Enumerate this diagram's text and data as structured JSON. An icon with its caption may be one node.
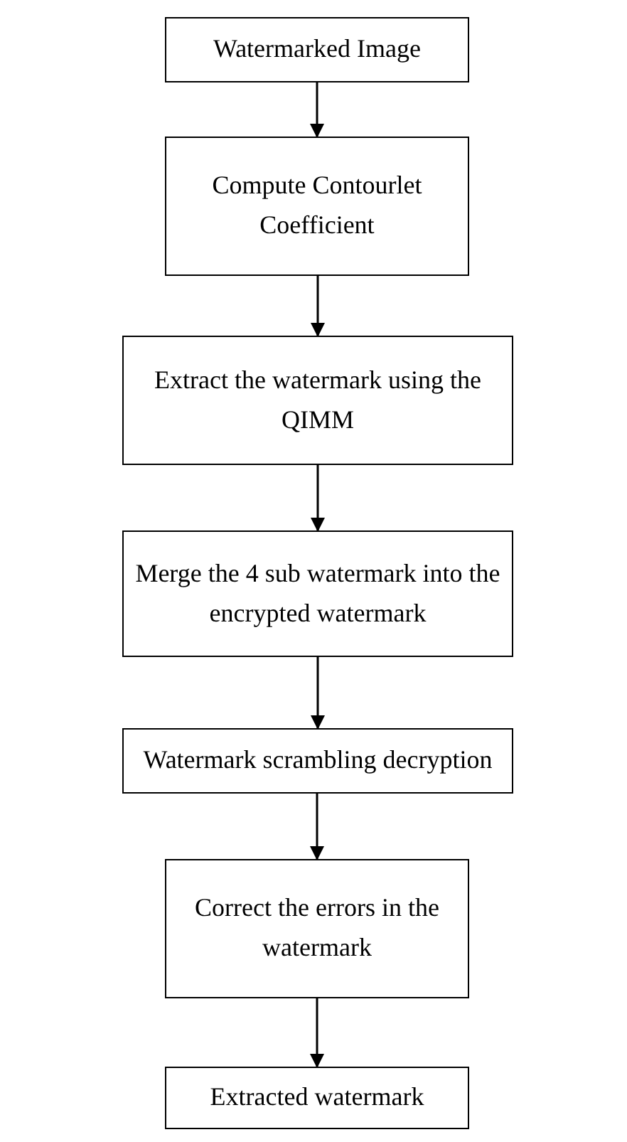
{
  "diagram": {
    "nodes": [
      {
        "text": [
          "Watermarked Image"
        ]
      },
      {
        "text": [
          "Compute Contourlet Coefficient"
        ]
      },
      {
        "text": [
          "Extract the watermark using the QIMM"
        ]
      },
      {
        "text": [
          "Merge the 4 sub watermark into the encrypted watermark"
        ]
      },
      {
        "text": [
          "Watermark scrambling decryption"
        ]
      },
      {
        "text": [
          "Correct the errors in the watermark"
        ]
      },
      {
        "text": [
          "Extracted watermark"
        ]
      }
    ],
    "edges": [
      {
        "from": 0,
        "to": 1,
        "arrow": "to"
      },
      {
        "from": 1,
        "to": 2,
        "arrow": "to"
      },
      {
        "from": 2,
        "to": 3,
        "arrow": "to"
      },
      {
        "from": 3,
        "to": 4,
        "arrow": "to"
      },
      {
        "from": 4,
        "to": 5,
        "arrow": "to"
      },
      {
        "from": 5,
        "to": 6,
        "arrow": "to"
      }
    ]
  }
}
